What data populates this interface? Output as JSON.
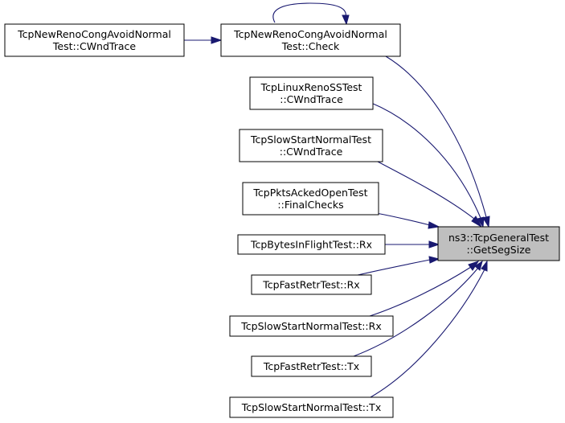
{
  "graph": {
    "target": {
      "id": "get_seg_size",
      "lines": [
        "ns3::TcpGeneralTest",
        "::GetSegSize"
      ]
    },
    "nodes": [
      {
        "id": "newreno_cwnd",
        "lines": [
          "TcpNewRenoCongAvoidNormal",
          "Test::CWndTrace"
        ]
      },
      {
        "id": "newreno_check",
        "lines": [
          "TcpNewRenoCongAvoidNormal",
          "Test::Check"
        ]
      },
      {
        "id": "linuxreno_cwnd",
        "lines": [
          "TcpLinuxRenoSSTest",
          "::CWndTrace"
        ]
      },
      {
        "id": "slowstart_cwnd",
        "lines": [
          "TcpSlowStartNormalTest",
          "::CWndTrace"
        ]
      },
      {
        "id": "pktsacked_final",
        "lines": [
          "TcpPktsAckedOpenTest",
          "::FinalChecks"
        ]
      },
      {
        "id": "bytesinflight_rx",
        "lines": [
          "TcpBytesInFlightTest::Rx"
        ]
      },
      {
        "id": "fastretr_rx",
        "lines": [
          "TcpFastRetrTest::Rx"
        ]
      },
      {
        "id": "slowstart_rx",
        "lines": [
          "TcpSlowStartNormalTest::Rx"
        ]
      },
      {
        "id": "fastretr_tx",
        "lines": [
          "TcpFastRetrTest::Tx"
        ]
      },
      {
        "id": "slowstart_tx",
        "lines": [
          "TcpSlowStartNormalTest::Tx"
        ]
      }
    ],
    "edges": [
      {
        "from": "newreno_cwnd",
        "to": "newreno_check"
      },
      {
        "from": "newreno_check",
        "to": "newreno_check"
      },
      {
        "from": "newreno_check",
        "to": "get_seg_size"
      },
      {
        "from": "linuxreno_cwnd",
        "to": "get_seg_size"
      },
      {
        "from": "slowstart_cwnd",
        "to": "get_seg_size"
      },
      {
        "from": "pktsacked_final",
        "to": "get_seg_size"
      },
      {
        "from": "bytesinflight_rx",
        "to": "get_seg_size"
      },
      {
        "from": "fastretr_rx",
        "to": "get_seg_size"
      },
      {
        "from": "slowstart_rx",
        "to": "get_seg_size"
      },
      {
        "from": "fastretr_tx",
        "to": "get_seg_size"
      },
      {
        "from": "slowstart_tx",
        "to": "get_seg_size"
      }
    ],
    "colors": {
      "edge": "#191970",
      "target_fill": "#bfbfbf",
      "node_fill": "#ffffff",
      "border": "#000000"
    }
  }
}
